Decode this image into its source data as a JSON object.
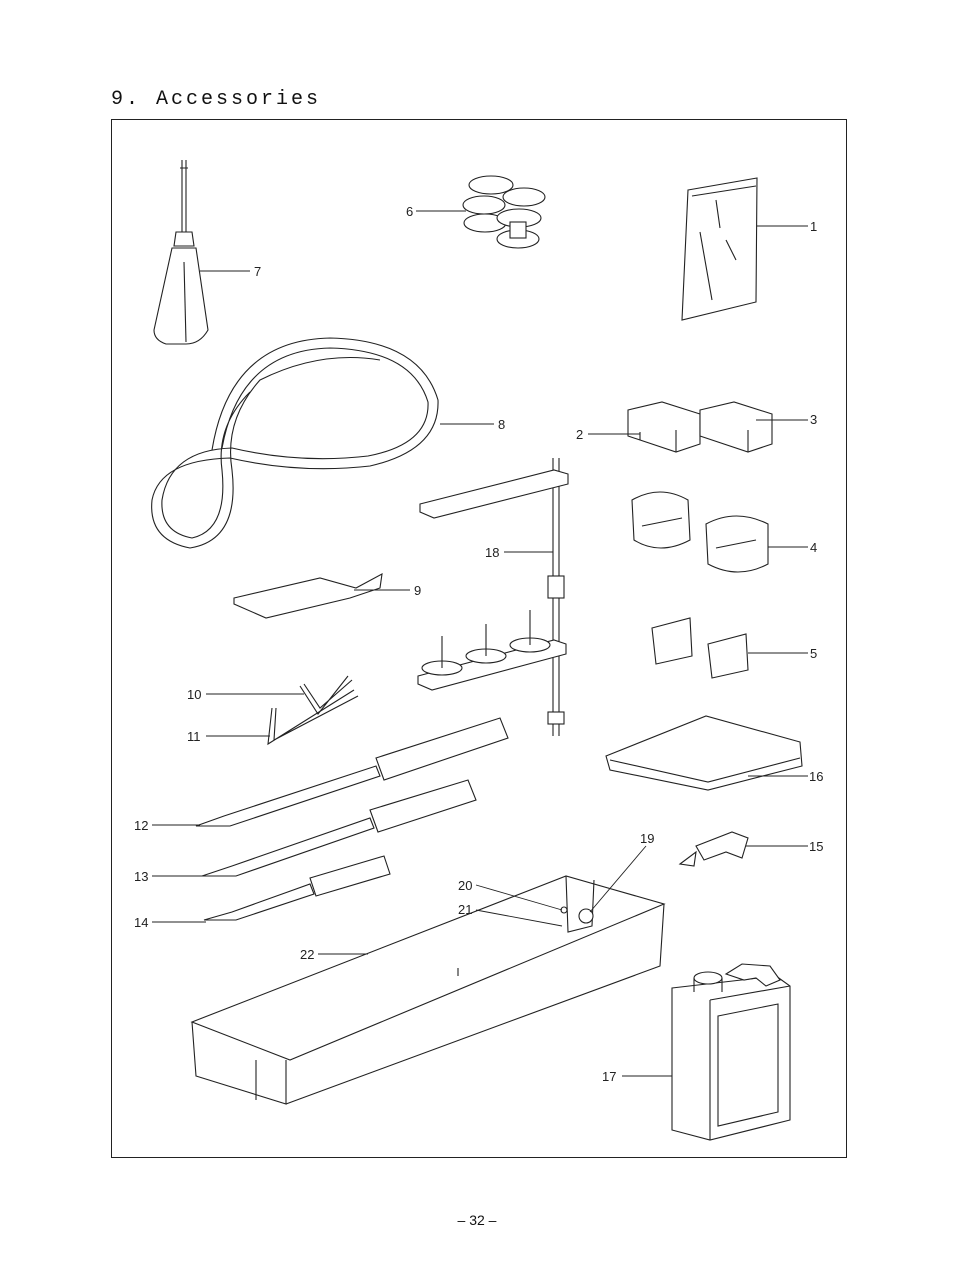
{
  "page": {
    "title": "9. Accessories",
    "page_number": "– 32 –"
  },
  "callouts": [
    "1",
    "2",
    "3",
    "4",
    "5",
    "6",
    "7",
    "8",
    "9",
    "10",
    "11",
    "12",
    "13",
    "14",
    "15",
    "16",
    "17",
    "18",
    "19",
    "20",
    "21",
    "22"
  ]
}
